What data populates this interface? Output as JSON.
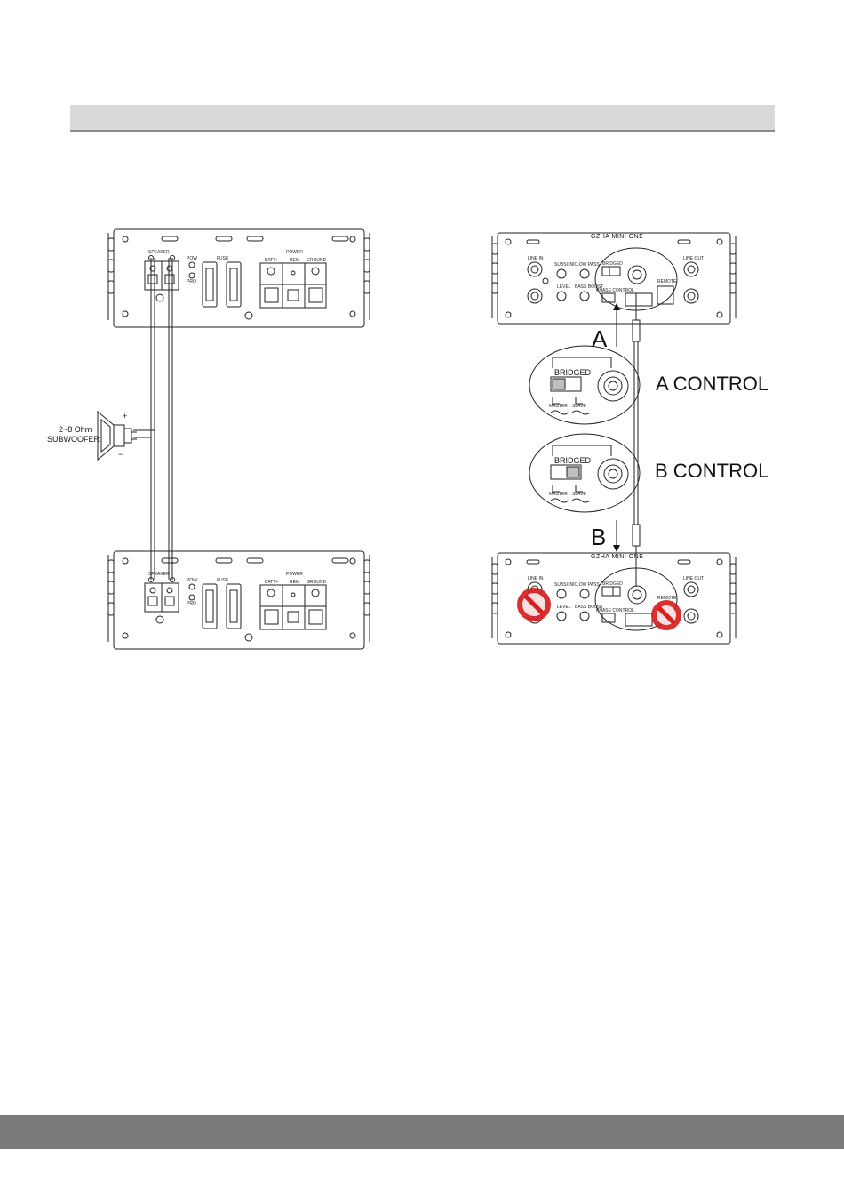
{
  "amp_left": {
    "speaker_label": "SPEAKER",
    "pow_label": "POW",
    "pro_label": "PRO",
    "fuse_label": "FUSE",
    "power_label": "POWER",
    "batt_label": "BATT+",
    "rem_label": "REM",
    "ground_label": "GROUND"
  },
  "amp_right": {
    "brand": "GZHA MINI ONE",
    "line_in": "LINE IN",
    "subsonic": "SUBSONIC",
    "low_pass": "LOW PASS",
    "bridged": "BRIDGED",
    "level": "LEVEL",
    "bass_boost": "BASS BOOST",
    "phase_control": "PHASE CONTROL",
    "remote": "REMOTE",
    "line_out": "LINE OUT"
  },
  "subwoofer": {
    "ohm_label": "2~8 Ohm",
    "name_label": "SUBWOOFER",
    "plus": "+",
    "minus": "−"
  },
  "controls": {
    "a_letter": "A",
    "b_letter": "B",
    "a_control": "A CONTROL",
    "b_control": "B CONTROL",
    "bridged": "BRIDGED",
    "master": "MASTER",
    "slave": "SLAVE"
  },
  "colors": {
    "header_bar": "#d9d9d9",
    "footer_bar": "#7a7a7a",
    "prohibited": "#d62020"
  }
}
